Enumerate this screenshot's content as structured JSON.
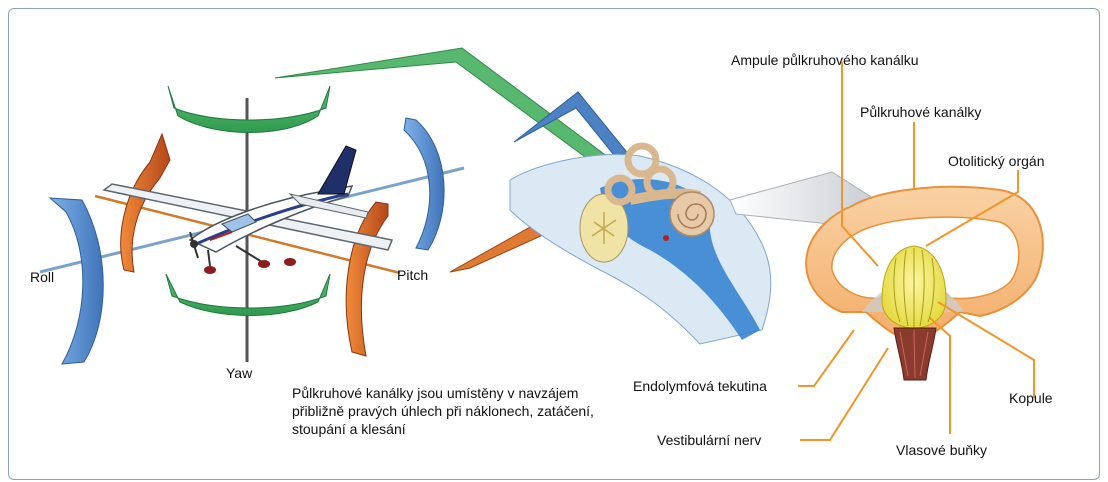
{
  "labels": {
    "roll": "Roll",
    "pitch": "Pitch",
    "yaw": "Yaw",
    "ampule": "Ampule půlkruhového kanálku",
    "kanalky": "Půlkruhové kanálky",
    "otoliticky": "Otolitický orgán",
    "endolymfova": "Endolymfová tekutina",
    "kopule": "Kopule",
    "vestibularni": "Vestibulární nerv",
    "vlasove": "Vlasové buňky"
  },
  "caption": "Půlkruhové kanálky jsou umístěny v navzájem přibližně pravých úhlech při náklonech, zatáčení, stoupání a klesání",
  "colors": {
    "yaw_arrow": "#3aa75a",
    "roll_arrow": "#4f86c6",
    "pitch_arrow": "#d5692a",
    "callout_line": "#f0962a",
    "canal_fill": "#f7c187",
    "canal_stroke": "#e8913a",
    "cupula_fill": "#efe85a",
    "frame_border": "#8fa3b0"
  }
}
